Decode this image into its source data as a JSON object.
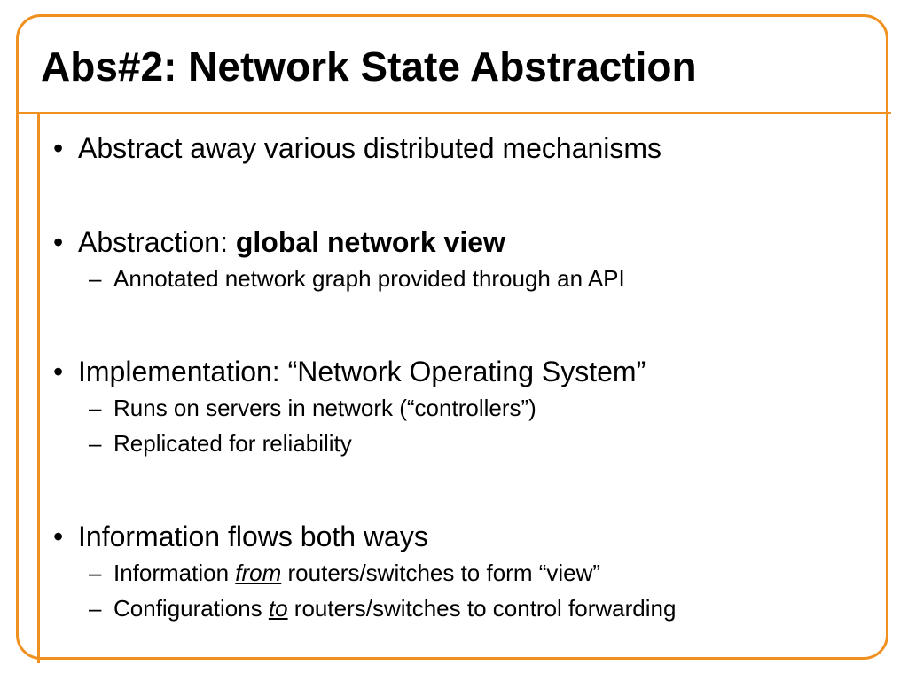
{
  "slide": {
    "title": "Abs#2: Network State Abstraction",
    "colors": {
      "accent": "#f0901e",
      "text": "#000000",
      "background": "#ffffff"
    },
    "bullet_glyph": "•",
    "sub_glyph": "–",
    "items": [
      {
        "text": "Abstract away various distributed mechanisms"
      },
      {
        "text_prefix": "Abstraction: ",
        "text_bold": "global network view",
        "subs": [
          {
            "text": "Annotated network graph provided through an API"
          }
        ]
      },
      {
        "text": "Implementation: “Network Operating System”",
        "subs": [
          {
            "text": "Runs on servers in network (“controllers”)"
          },
          {
            "text": "Replicated for reliability"
          }
        ]
      },
      {
        "text": "Information flows both ways",
        "subs": [
          {
            "prefix": "Information ",
            "emph": "from",
            "suffix": " routers/switches to form “view”"
          },
          {
            "prefix": "Configurations ",
            "emph": "to",
            "suffix": " routers/switches to control forwarding"
          }
        ]
      }
    ]
  }
}
